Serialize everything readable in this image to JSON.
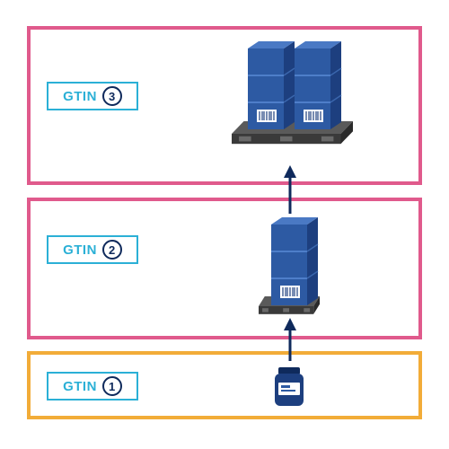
{
  "levels": [
    {
      "label": "GTIN",
      "number": "3"
    },
    {
      "label": "GTIN",
      "number": "2"
    },
    {
      "label": "GTIN",
      "number": "1"
    }
  ],
  "colors": {
    "pallet_level_border": "#e05a8c",
    "item_level_border": "#f2ac38",
    "label_accent": "#2bb0d6",
    "number_ring": "#0f2a5c",
    "case_blue": "#2d5aa3",
    "arrow": "#0f2a5c"
  },
  "icons": [
    "double-pallet-icon",
    "single-pallet-icon",
    "jar-icon",
    "up-arrow-icon"
  ]
}
